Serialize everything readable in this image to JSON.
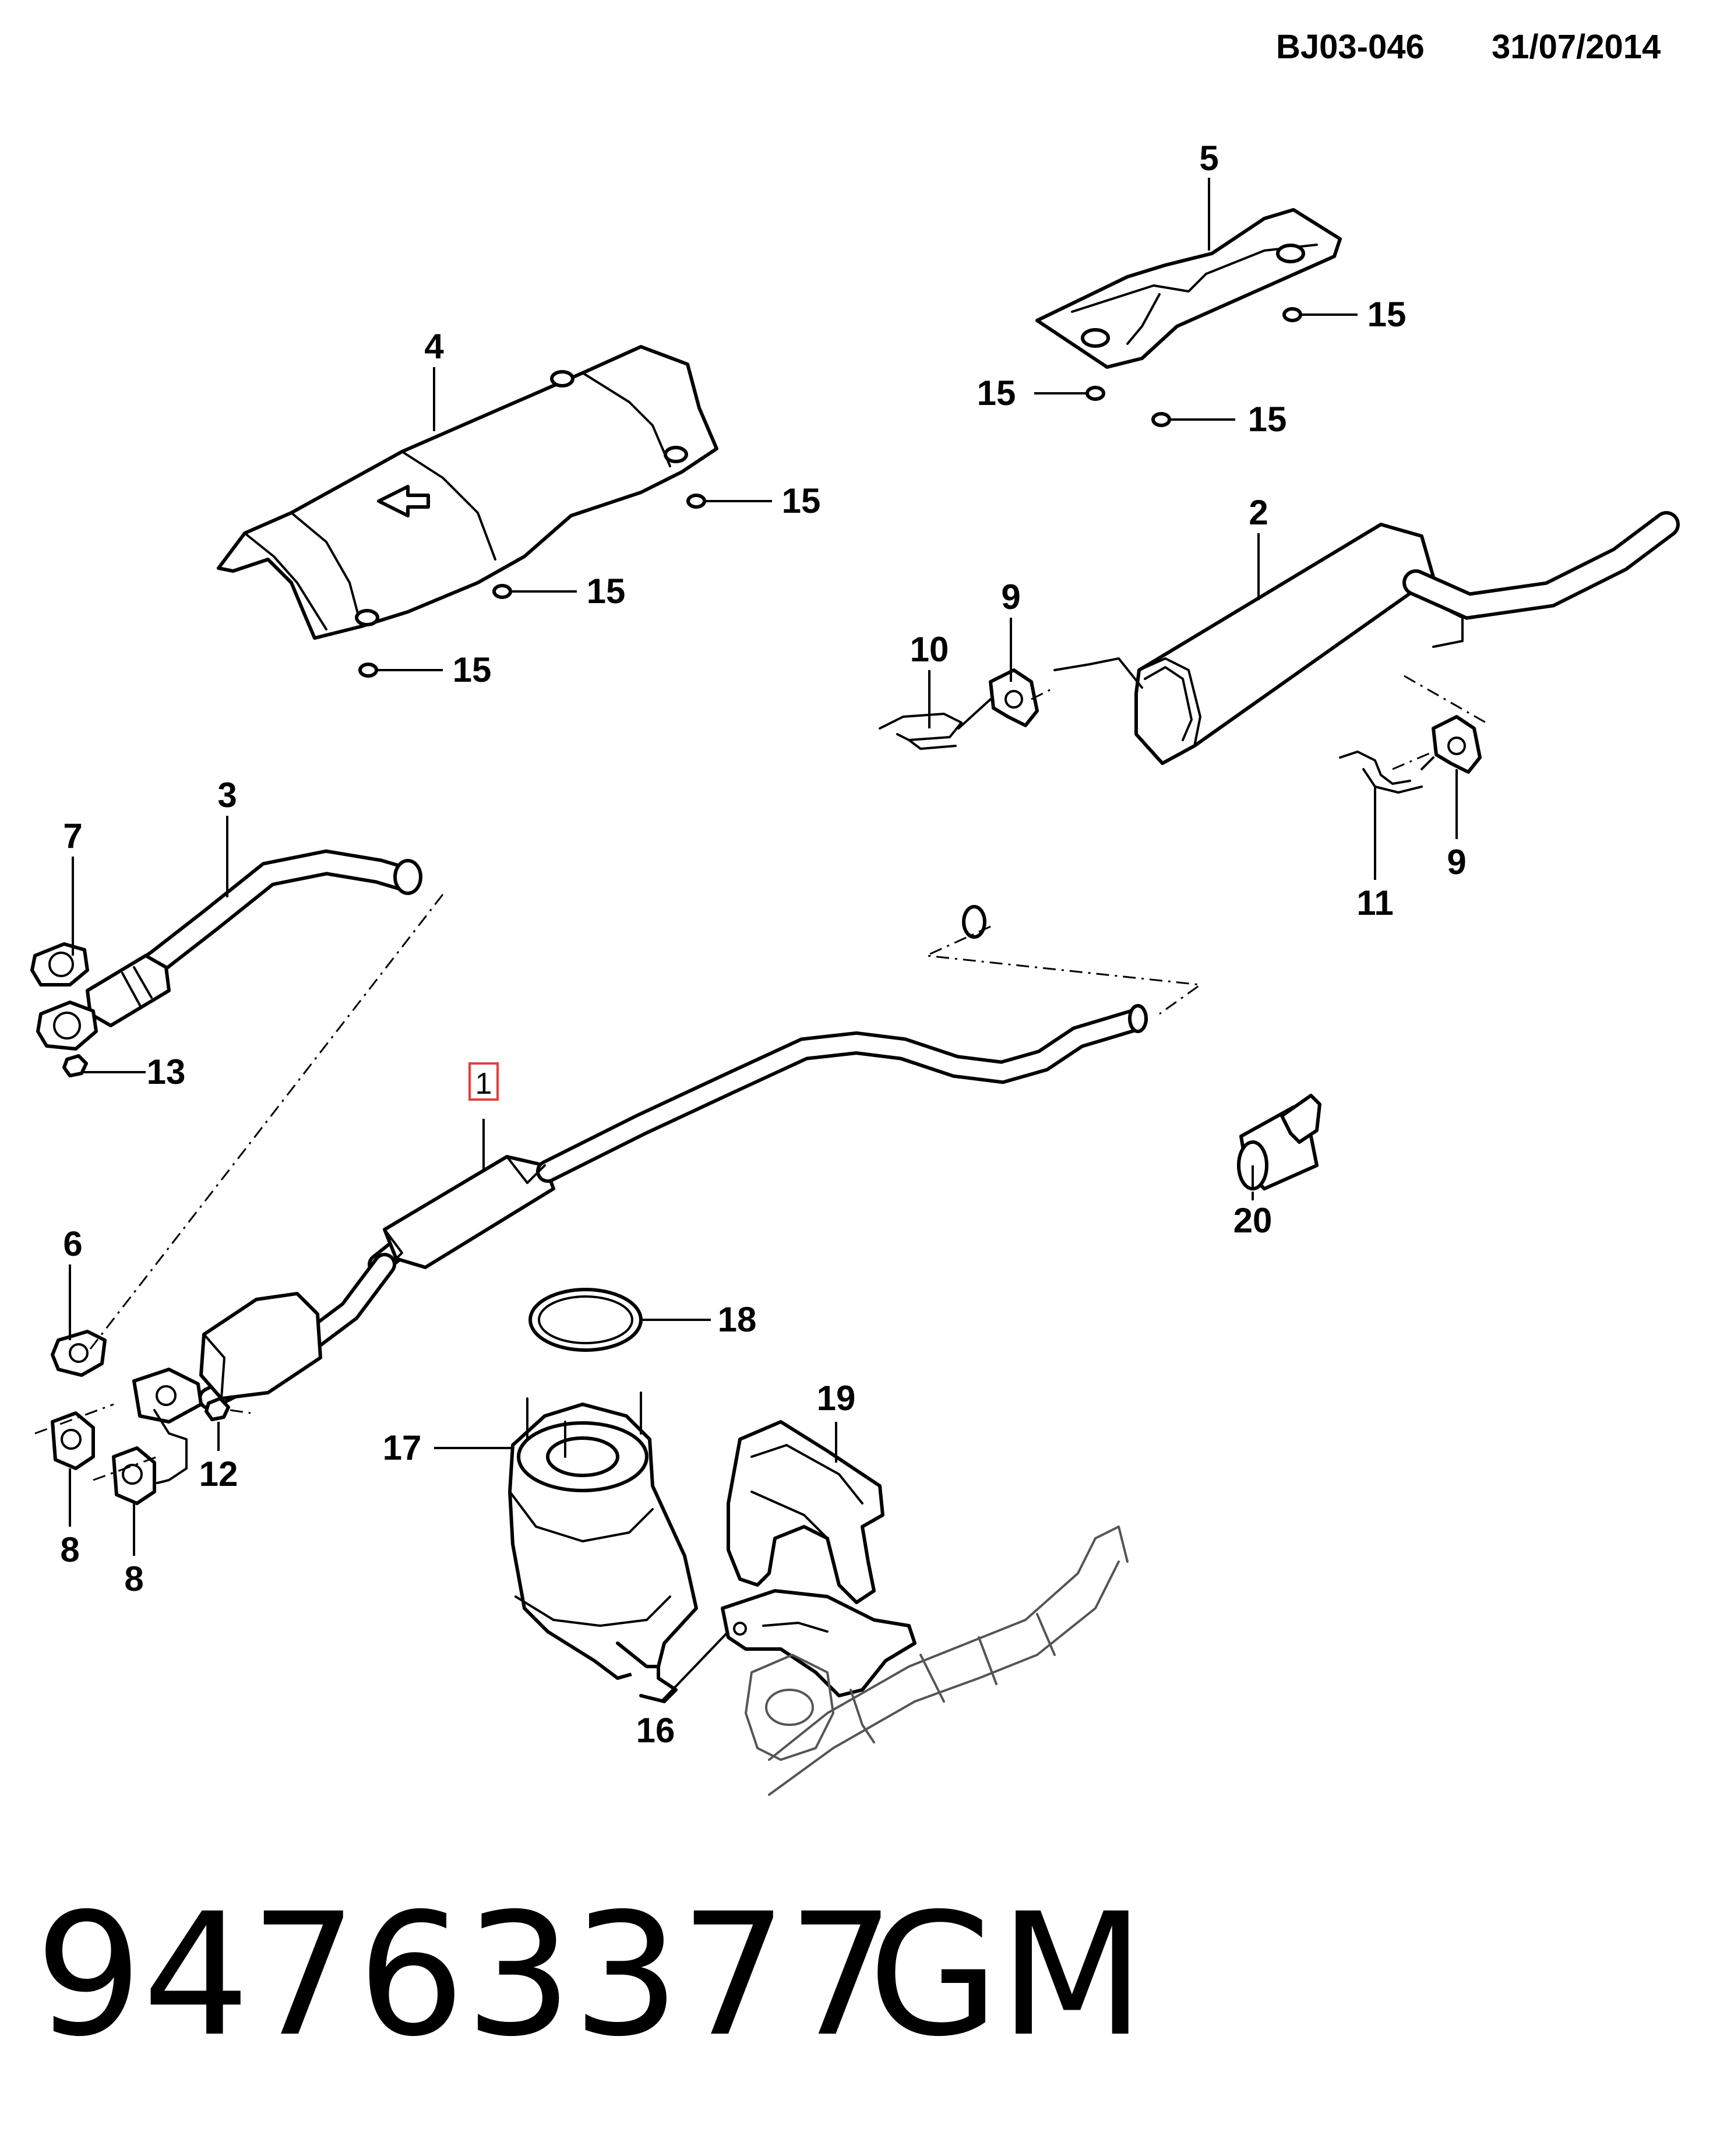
{
  "header": {
    "code": "BJ03-046",
    "date": "31/07/2014"
  },
  "footer": {
    "part_number": "94763377",
    "brand": "GM"
  },
  "highlight": {
    "color": "#e04040"
  },
  "callouts": {
    "c1": "1",
    "c2": "2",
    "c3": "3",
    "c4": "4",
    "c5": "5",
    "c6": "6",
    "c7": "7",
    "c8a": "8",
    "c8b": "8",
    "c9a": "9",
    "c9b": "9",
    "c10": "10",
    "c11": "11",
    "c12": "12",
    "c13": "13",
    "c15a": "15",
    "c15b": "15",
    "c15c": "15",
    "c15d": "15",
    "c15e": "15",
    "c15f": "15",
    "c16": "16",
    "c17": "17",
    "c18": "18",
    "c19": "19",
    "c20": "20"
  }
}
